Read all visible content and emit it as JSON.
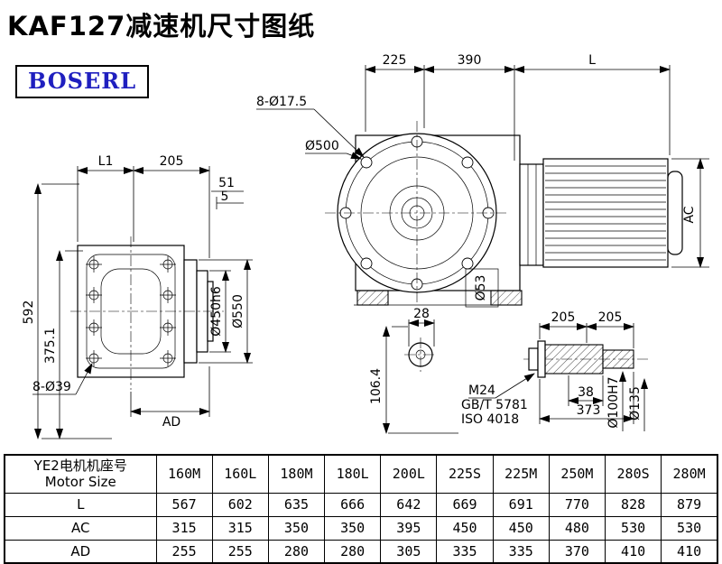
{
  "title": "KAF127减速机尺寸图纸",
  "logo": "BOSERL",
  "drawing": {
    "front_view": {
      "dim_225": "225",
      "dim_390": "390",
      "dim_l": "L",
      "bolt_holes": "8-Ø17.5",
      "flange_diameter": "Ø500",
      "dim_ac": "AC",
      "shaft_boss_diameter": "Ø53"
    },
    "side_view": {
      "dim_l1": "L1",
      "dim_205": "205",
      "dim_51": "51",
      "dim_5": "5",
      "dim_592": "592",
      "dim_375": "375.1",
      "bolt_holes": "8-Ø39",
      "dim_ad": "AD",
      "spigot_diameter": "Ø450h6",
      "flange_diameter": "Ø550"
    },
    "bottom_view": {
      "dim_28": "28",
      "dim_106_4": "106.4"
    },
    "shaft_view": {
      "dim_205_left": "205",
      "dim_205_right": "205",
      "dim_38": "38",
      "dim_373": "373",
      "thread": "M24",
      "standard_gb": "GB/T 5781",
      "standard_iso": "ISO 4018",
      "bore_diameter": "Ø100H7",
      "hub_diameter": "Ø135"
    }
  },
  "table": {
    "header": {
      "cn": "YE2电机机座号",
      "en": "Motor Size"
    },
    "col_headers": [
      "160M",
      "160L",
      "180M",
      "180L",
      "200L",
      "225S",
      "225M",
      "250M",
      "280S",
      "280M"
    ],
    "rows": [
      {
        "label": "L",
        "values": [
          "567",
          "602",
          "635",
          "666",
          "642",
          "669",
          "691",
          "770",
          "828",
          "879"
        ]
      },
      {
        "label": "AC",
        "values": [
          "315",
          "315",
          "350",
          "350",
          "395",
          "450",
          "450",
          "480",
          "530",
          "530"
        ]
      },
      {
        "label": "AD",
        "values": [
          "255",
          "255",
          "280",
          "280",
          "305",
          "335",
          "335",
          "370",
          "410",
          "410"
        ]
      }
    ]
  }
}
